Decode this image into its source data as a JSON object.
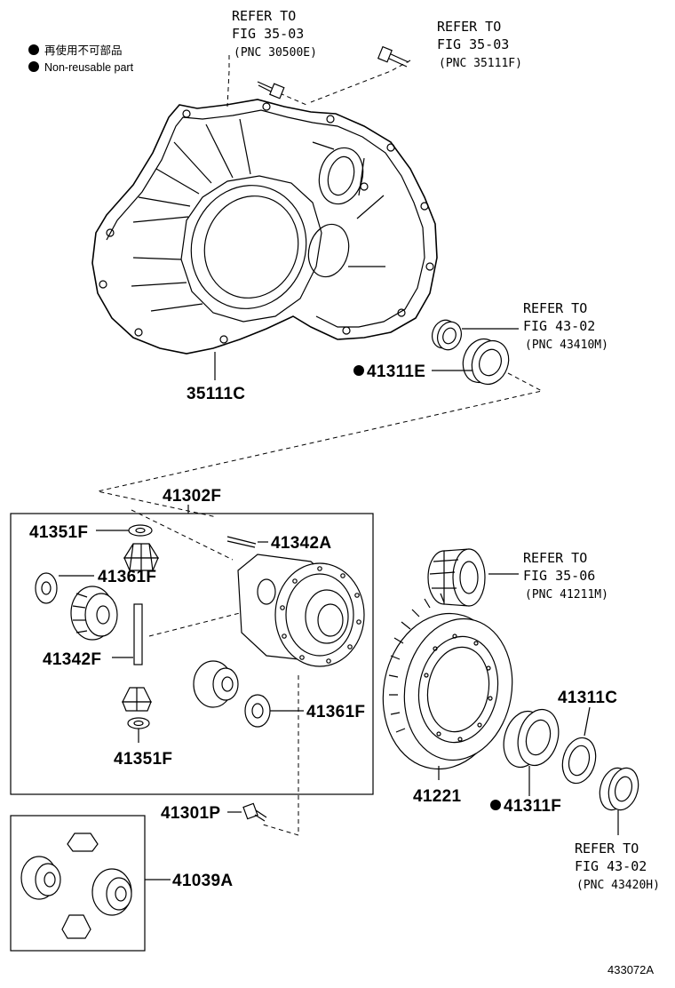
{
  "legend": {
    "line1": "再使用不可部品",
    "line2": "Non-reusable part"
  },
  "refs": {
    "r1": {
      "line1": "REFER TO",
      "line2": "FIG 35-03",
      "line3": "(PNC 30500E)"
    },
    "r2": {
      "line1": "REFER TO",
      "line2": "FIG 35-03",
      "line3": "(PNC 35111F)"
    },
    "r3": {
      "line1": "REFER TO",
      "line2": "FIG 43-02",
      "line3": "(PNC 43410M)"
    },
    "r4": {
      "line1": "REFER TO",
      "line2": "FIG 35-06",
      "line3": "(PNC 41211M)"
    },
    "r5": {
      "line1": "REFER TO",
      "line2": "FIG 43-02",
      "line3": "(PNC 43420H)"
    }
  },
  "parts": {
    "p35111C": "35111C",
    "p41311E": "41311E",
    "p41302F": "41302F",
    "p41351F_top": "41351F",
    "p41361F_top": "41361F",
    "p41342A": "41342A",
    "p41342F": "41342F",
    "p41361F_bottom": "41361F",
    "p41351F_bottom": "41351F",
    "p41301P": "41301P",
    "p41039A": "41039A",
    "p41221": "41221",
    "p41311C": "41311C",
    "p41311F": "41311F"
  },
  "figure_number": "433072A"
}
